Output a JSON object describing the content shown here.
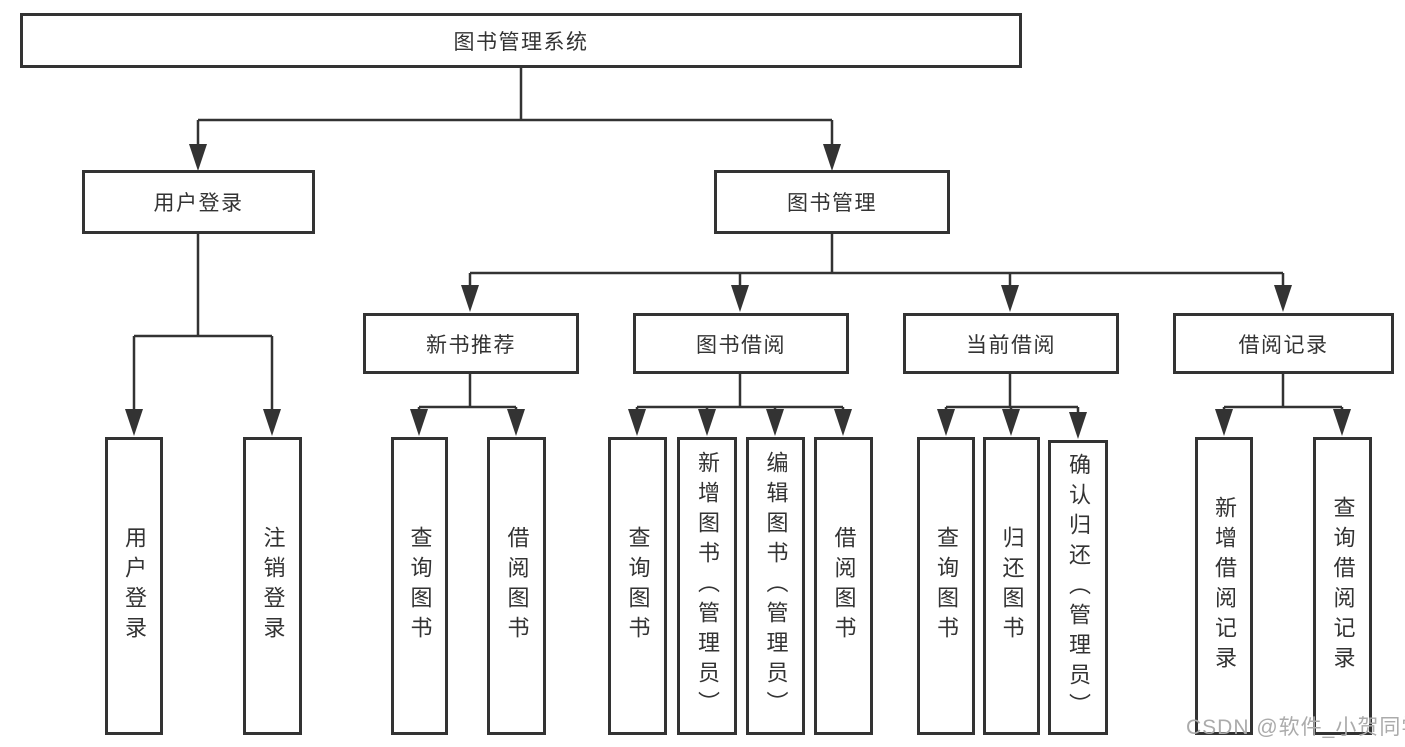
{
  "nodes": {
    "root": "图书管理系统",
    "user_login": "用户登录",
    "book_management": "图书管理",
    "new_book_recommend": "新书推荐",
    "book_borrow": "图书借阅",
    "current_borrow": "当前借阅",
    "borrow_record": "借阅记录",
    "leaf_user_login": "用户登录",
    "leaf_logout": "注销登录",
    "leaf_nb_query_book": "查询图书",
    "leaf_nb_borrow_book": "借阅图书",
    "leaf_bb_query_book": "查询图书",
    "leaf_bb_add_book": "新增图书（管理员）",
    "leaf_bb_edit_book": "编辑图书（管理员）",
    "leaf_bb_borrow_book": "借阅图书",
    "leaf_cb_query_book": "查询图书",
    "leaf_cb_return_book": "归还图书",
    "leaf_cb_confirm_return": "确认归还（管理员）",
    "leaf_br_add_record": "新增借阅记录",
    "leaf_br_query_record": "查询借阅记录"
  },
  "watermark": "CSDN @软件_小贺同学",
  "colors": {
    "line": "#333333",
    "text": "#333333",
    "background": "#ffffff",
    "watermark": "#ababab"
  }
}
